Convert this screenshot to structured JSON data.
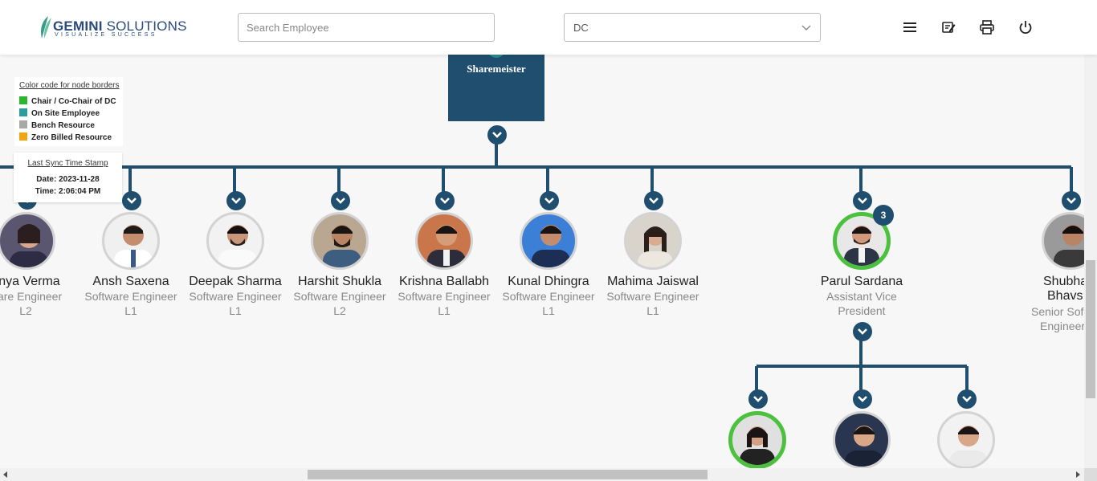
{
  "header": {
    "logo_brand_bold": "GEMINI",
    "logo_brand_rest": " SOLUTIONS",
    "logo_tagline": "VISUALIZE SUCCESS",
    "search_placeholder": "Search Employee",
    "department_select": "DC",
    "icons": [
      "menu-icon",
      "feedback-icon",
      "print-icon",
      "power-icon"
    ]
  },
  "root": {
    "name": "Sharemeister"
  },
  "legend": {
    "title": "Color code for node borders",
    "items": [
      {
        "label": "Chair / Co-Chair of DC",
        "color": "#2db52d"
      },
      {
        "label": "On Site Employee",
        "color": "#2e9c9c"
      },
      {
        "label": "Bench Resource",
        "color": "#a8a8a8"
      },
      {
        "label": "Zero Billed Resource",
        "color": "#f2a512"
      }
    ]
  },
  "sync": {
    "title": "Last Sync Time Stamp",
    "date": "Date: 2023-11-28",
    "time": "Time: 2:06:04 PM"
  },
  "employees": [
    {
      "name": "anya Verma",
      "title": "ware Engineer",
      "level": "L2"
    },
    {
      "name": "Ansh Saxena",
      "title": "Software Engineer",
      "level": "L1"
    },
    {
      "name": "Deepak Sharma",
      "title": "Software Engineer",
      "level": "L1"
    },
    {
      "name": "Harshit Shukla",
      "title": "Software Engineer",
      "level": "L2"
    },
    {
      "name": "Krishna Ballabh",
      "title": "Software Engineer",
      "level": "L1"
    },
    {
      "name": "Kunal Dhingra",
      "title": "Software Engineer",
      "level": "L1"
    },
    {
      "name": "Mahima Jaiswal",
      "title": "Software Engineer",
      "level": "L1"
    },
    {
      "name": "Parul Sardana",
      "title": "Assistant Vice",
      "level": "President",
      "badge": "3"
    },
    {
      "name": "Shubha",
      "name2": "Bhavs",
      "title": "Senior Sof",
      "level": "Engineer"
    }
  ]
}
